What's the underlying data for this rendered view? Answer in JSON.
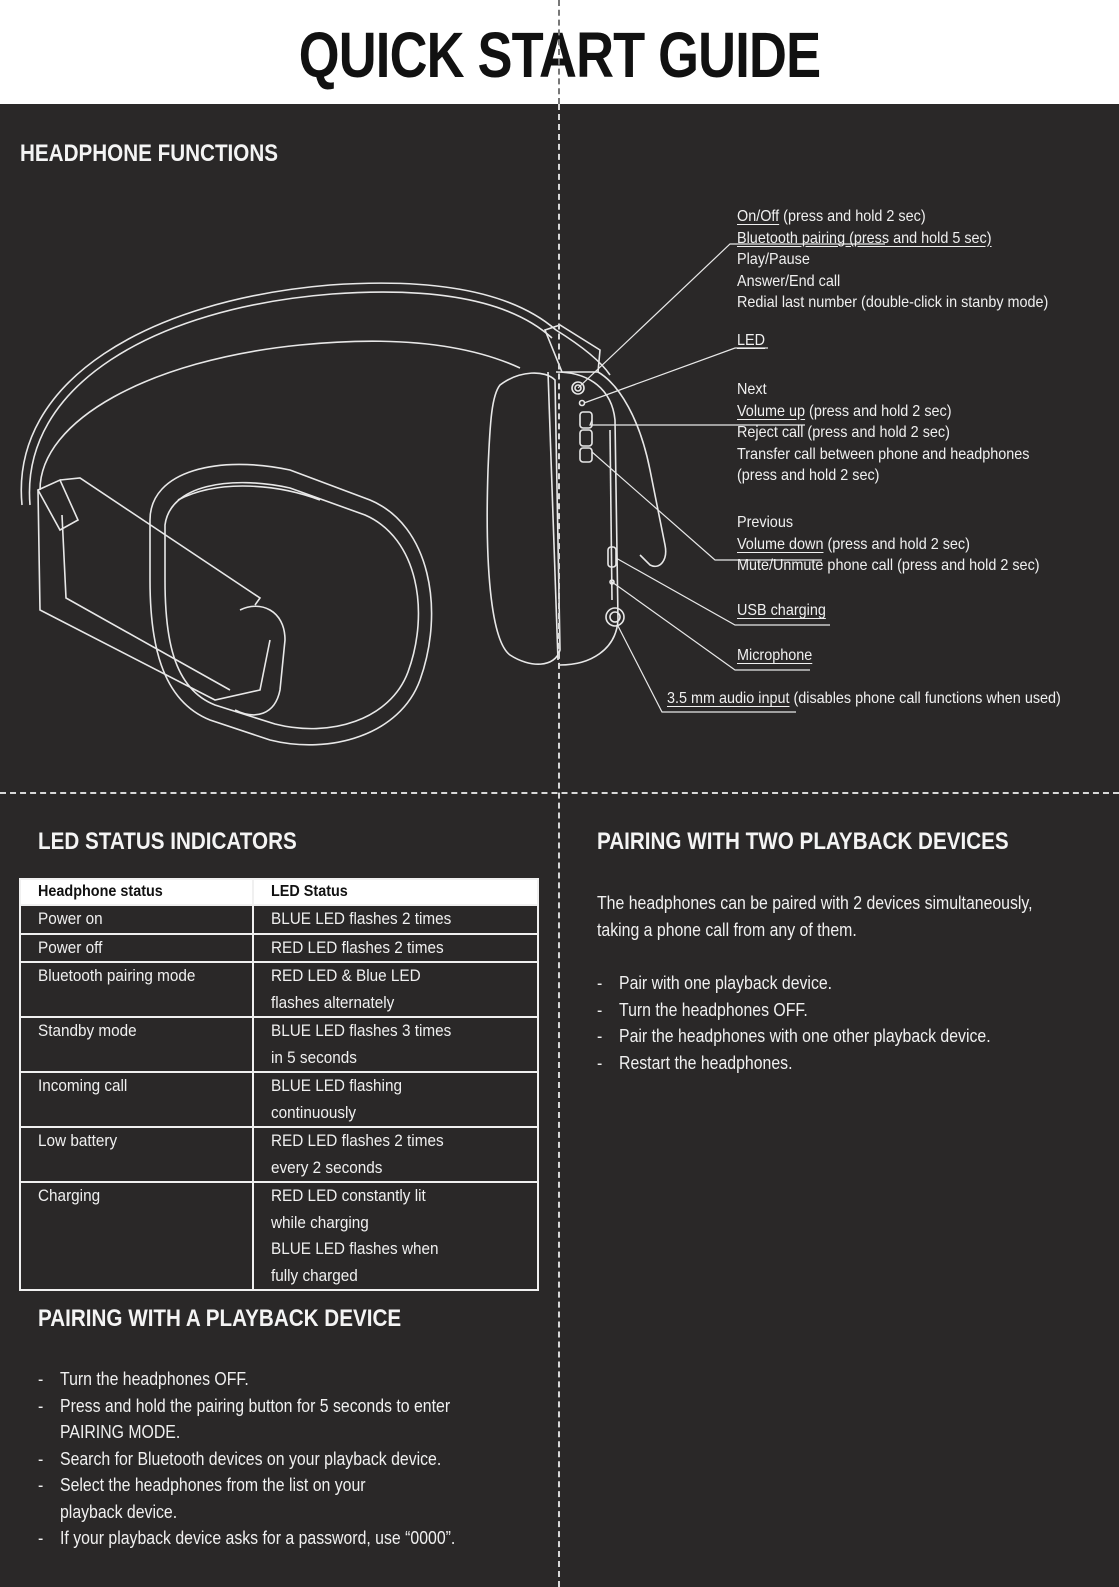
{
  "title": "QUICK START GUIDE",
  "functions": {
    "heading": "HEADPHONE FUNCTIONS",
    "group1": [
      {
        "u": "On/Off",
        "t": " (press and hold 2 sec)"
      },
      {
        "u": "Bluetooth pairing (press and hold 5 sec)",
        "t": ""
      },
      {
        "u": "",
        "t": "Play/Pause"
      },
      {
        "u": "",
        "t": "Answer/End call"
      },
      {
        "u": "",
        "t": "Redial last number (double-click in stanby mode)"
      }
    ],
    "led": "LED",
    "group2": [
      {
        "u": "",
        "t": "Next"
      },
      {
        "u": "Volume up",
        "t": " (press and hold 2 sec)"
      },
      {
        "u": "",
        "t": "Reject call (press and hold 2 sec)"
      },
      {
        "u": "",
        "t": "Transfer call between phone and headphones"
      },
      {
        "u": "",
        "t": "(press and hold 2 sec)"
      }
    ],
    "group3": [
      {
        "u": "",
        "t": "Previous"
      },
      {
        "u": "Volume down",
        "t": " (press and hold 2 sec)"
      },
      {
        "u": "",
        "t": "Mute/Unmute phone call (press and hold 2 sec)"
      }
    ],
    "usb": "USB charging",
    "mic": "Microphone",
    "audio_u": "3.5 mm audio input",
    "audio_t": " (disables phone call functions when used)"
  },
  "led_status": {
    "heading": "LED STATUS INDICATORS",
    "col_headers": [
      "Headphone status",
      "LED Status"
    ],
    "rows": [
      {
        "status": "Power on",
        "led": [
          "BLUE LED flashes 2 times"
        ]
      },
      {
        "status": "Power off",
        "led": [
          "RED LED flashes 2 times"
        ]
      },
      {
        "status": "Bluetooth pairing mode",
        "led": [
          "RED LED & Blue LED",
          "flashes alternately"
        ]
      },
      {
        "status": "Standby mode",
        "led": [
          "BLUE LED flashes 3 times",
          "in 5 seconds"
        ]
      },
      {
        "status": "Incoming call",
        "led": [
          "BLUE LED flashing",
          "continuously"
        ]
      },
      {
        "status": "Low battery",
        "led": [
          "RED LED flashes 2 times",
          "every 2 seconds"
        ]
      },
      {
        "status": "Charging",
        "led": [
          "RED LED constantly lit",
          "while charging",
          "BLUE LED flashes when",
          "fully charged"
        ]
      }
    ]
  },
  "pairing_one": {
    "heading": "PAIRING WITH A PLAYBACK DEVICE",
    "steps": [
      "Turn the headphones OFF.",
      "Press and hold the pairing button for 5 seconds to enter",
      "PAIRING MODE.",
      "Search for Bluetooth devices on your playback device.",
      "Select the headphones from the list on your",
      "playback device.",
      "If your playback device asks for a password, use “0000”."
    ]
  },
  "pairing_two": {
    "heading": "PAIRING WITH TWO PLAYBACK DEVICES",
    "intro": [
      "The headphones can be paired with 2 devices simultaneously,",
      "taking a phone call from any of them."
    ],
    "steps": [
      "Pair with one playback device.",
      "Turn the headphones OFF.",
      "Pair the headphones with one other playback device.",
      "Restart the headphones."
    ]
  }
}
